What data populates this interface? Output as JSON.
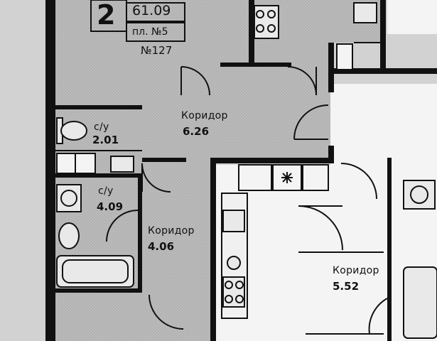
{
  "apartment": {
    "rooms": "2",
    "total_area": "61.09",
    "floor": "пл. №5",
    "number": "№127"
  },
  "rooms": [
    {
      "name": "Коридор",
      "area": "6.26"
    },
    {
      "name": "с/у",
      "area": "2.01"
    },
    {
      "name": "с/у",
      "area": "4.09"
    },
    {
      "name": "Коридор",
      "area": "4.06"
    },
    {
      "name": "Коридор",
      "area": "5.52"
    }
  ],
  "colors": {
    "hatch_fill": "#b9b9b9",
    "wall": "#111111",
    "open_area": "#f4f4f4"
  }
}
